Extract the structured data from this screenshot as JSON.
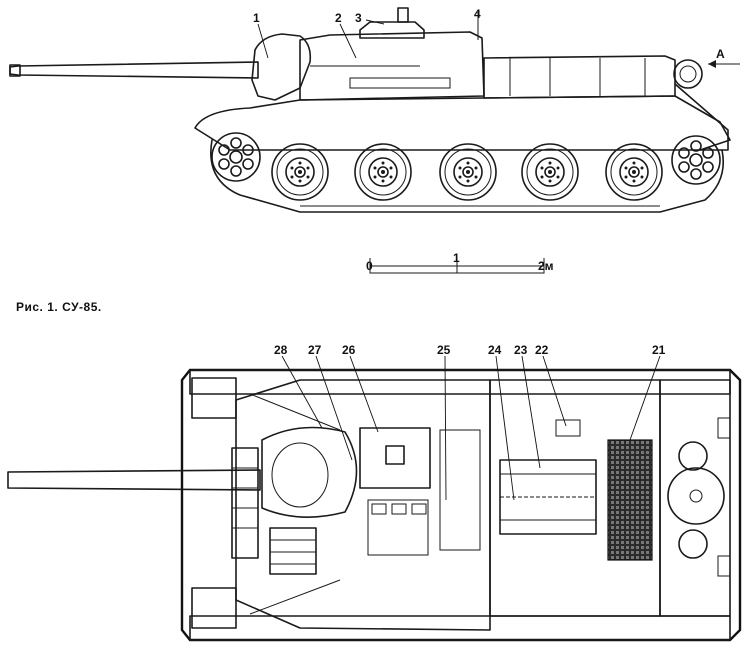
{
  "figure": {
    "caption": "Рис. 1. СУ-85."
  },
  "side_view": {
    "callouts": [
      "1",
      "2",
      "3",
      "4"
    ],
    "view_marker": "А"
  },
  "scale_bar": {
    "left_label": "0",
    "mid_label": "1",
    "right_label": "2м"
  },
  "top_view": {
    "callouts": [
      "28",
      "27",
      "26",
      "25",
      "24",
      "23",
      "22",
      "21"
    ]
  }
}
